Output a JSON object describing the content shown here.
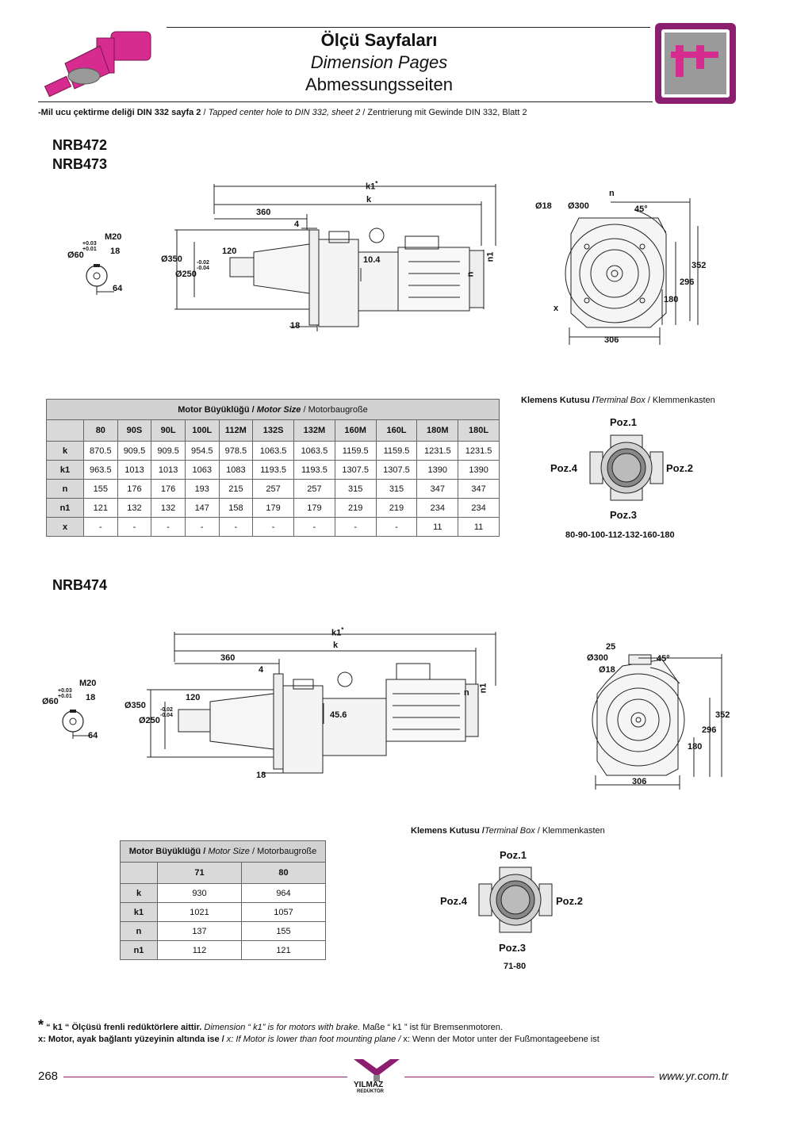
{
  "header": {
    "title_tr": "Ölçü Sayfaları",
    "title_en": "Dimension Pages",
    "title_de": "Abmessungsseiten",
    "note_tr": "-Mil ucu çektirme deliği DIN 332 sayfa 2",
    "note_en": "Tapped center hole to DIN 332, sheet 2",
    "note_de": "Zentrierung mit Gewinde DIN 332, Blatt 2",
    "sep": "/",
    "icon": "caliper-icon",
    "accent": "#8b1e6e"
  },
  "section1": {
    "models": [
      "NRB472",
      "NRB473"
    ],
    "dims": {
      "k1": "k1",
      "k1_star": "*",
      "k": "k",
      "d360": "360",
      "d4": "4",
      "d120": "120",
      "d104": "10.4",
      "d350": "Ø350",
      "d250": "Ø250",
      "tol": "-0.02\n-0.04",
      "d18": "18",
      "m20": "M20",
      "d60": "Ø60",
      "tol60": "+0.03\n+0.01",
      "s18": "18",
      "s64": "64",
      "n": "n",
      "n1": "n1",
      "o18": "Ø18",
      "o300": "Ø300",
      "a45": "45°",
      "d352": "352",
      "d296": "296",
      "d180": "180",
      "d306": "306",
      "x": "x"
    },
    "table": {
      "title_tr": "Motor Büyüklüğü /",
      "title_en": "Motor Size",
      "title_de": "/ Motorbaugroße",
      "columns": [
        "80",
        "90S",
        "90L",
        "100L",
        "112M",
        "132S",
        "132M",
        "160M",
        "160L",
        "180M",
        "180L"
      ],
      "rows": [
        {
          "label": "k",
          "values": [
            "870.5",
            "909.5",
            "909.5",
            "954.5",
            "978.5",
            "1063.5",
            "1063.5",
            "1159.5",
            "1159.5",
            "1231.5",
            "1231.5"
          ]
        },
        {
          "label": "k1",
          "values": [
            "963.5",
            "1013",
            "1013",
            "1063",
            "1083",
            "1193.5",
            "1193.5",
            "1307.5",
            "1307.5",
            "1390",
            "1390"
          ]
        },
        {
          "label": "n",
          "values": [
            "155",
            "176",
            "176",
            "193",
            "215",
            "257",
            "257",
            "315",
            "315",
            "347",
            "347"
          ]
        },
        {
          "label": "n1",
          "values": [
            "121",
            "132",
            "132",
            "147",
            "158",
            "179",
            "179",
            "219",
            "219",
            "234",
            "234"
          ]
        },
        {
          "label": "x",
          "values": [
            "-",
            "-",
            "-",
            "-",
            "-",
            "-",
            "-",
            "-",
            "-",
            "11",
            "11"
          ]
        }
      ]
    },
    "terminal": {
      "title_tr": "Klemens Kutusu /",
      "title_en": "Terminal Box",
      "title_de": "/ Klemmenkasten",
      "poz1": "Poz.1",
      "poz2": "Poz.2",
      "poz3": "Poz.3",
      "poz4": "Poz.4",
      "sizes": "80-90-100-112-132-160-180"
    }
  },
  "section2": {
    "model": "NRB474",
    "dims": {
      "k1": "k1",
      "k1_star": "*",
      "k": "k",
      "d360": "360",
      "d4": "4",
      "d120": "120",
      "d456": "45.6",
      "d350": "Ø350",
      "d250": "Ø250",
      "tol": "-0.02\n-0.04",
      "d18": "18",
      "m20": "M20",
      "d60": "Ø60",
      "tol60": "+0.03\n+0.01",
      "s18": "18",
      "s64": "64",
      "n": "n",
      "n1": "n1",
      "d25": "25",
      "o300": "Ø300",
      "o18": "Ø18",
      "a45": "45°",
      "d352": "352",
      "d296": "296",
      "d180": "180",
      "d306": "306"
    },
    "table": {
      "title_tr": "Motor Büyüklüğü /",
      "title_en": "Motor Size",
      "title_de": "/ Motorbaugroße",
      "columns": [
        "71",
        "80"
      ],
      "rows": [
        {
          "label": "k",
          "values": [
            "930",
            "964"
          ]
        },
        {
          "label": "k1",
          "values": [
            "1021",
            "1057"
          ]
        },
        {
          "label": "n",
          "values": [
            "137",
            "155"
          ]
        },
        {
          "label": "n1",
          "values": [
            "112",
            "121"
          ]
        }
      ]
    },
    "terminal": {
      "title_tr": "Klemens Kutusu /",
      "title_en": "Terminal Box",
      "title_de": "/ Klemmenkasten",
      "poz1": "Poz.1",
      "poz2": "Poz.2",
      "poz3": "Poz.3",
      "poz4": "Poz.4",
      "sizes": "71-80"
    }
  },
  "footer": {
    "star": "*",
    "k1_note_tr": "“ k1 “ Ölçüsü frenli redüktörlere aittir.",
    "k1_note_en": "Dimension “ k1” is for motors with brake.",
    "k1_note_de": "Maße “ k1 ” ist für Bremsenmotoren.",
    "x_note_tr": "x: Motor, ayak bağlantı yüzeyinin altında ise /",
    "x_note_en": "x: If Motor is lower than foot mounting plane /",
    "x_note_de": "x: Wenn der Motor unter der Fußmontageebene ist",
    "page_number": "268",
    "website": "www.yr.com.tr",
    "logo_brand": "YILMAZ",
    "logo_sub": "REDÜKTÖR"
  }
}
